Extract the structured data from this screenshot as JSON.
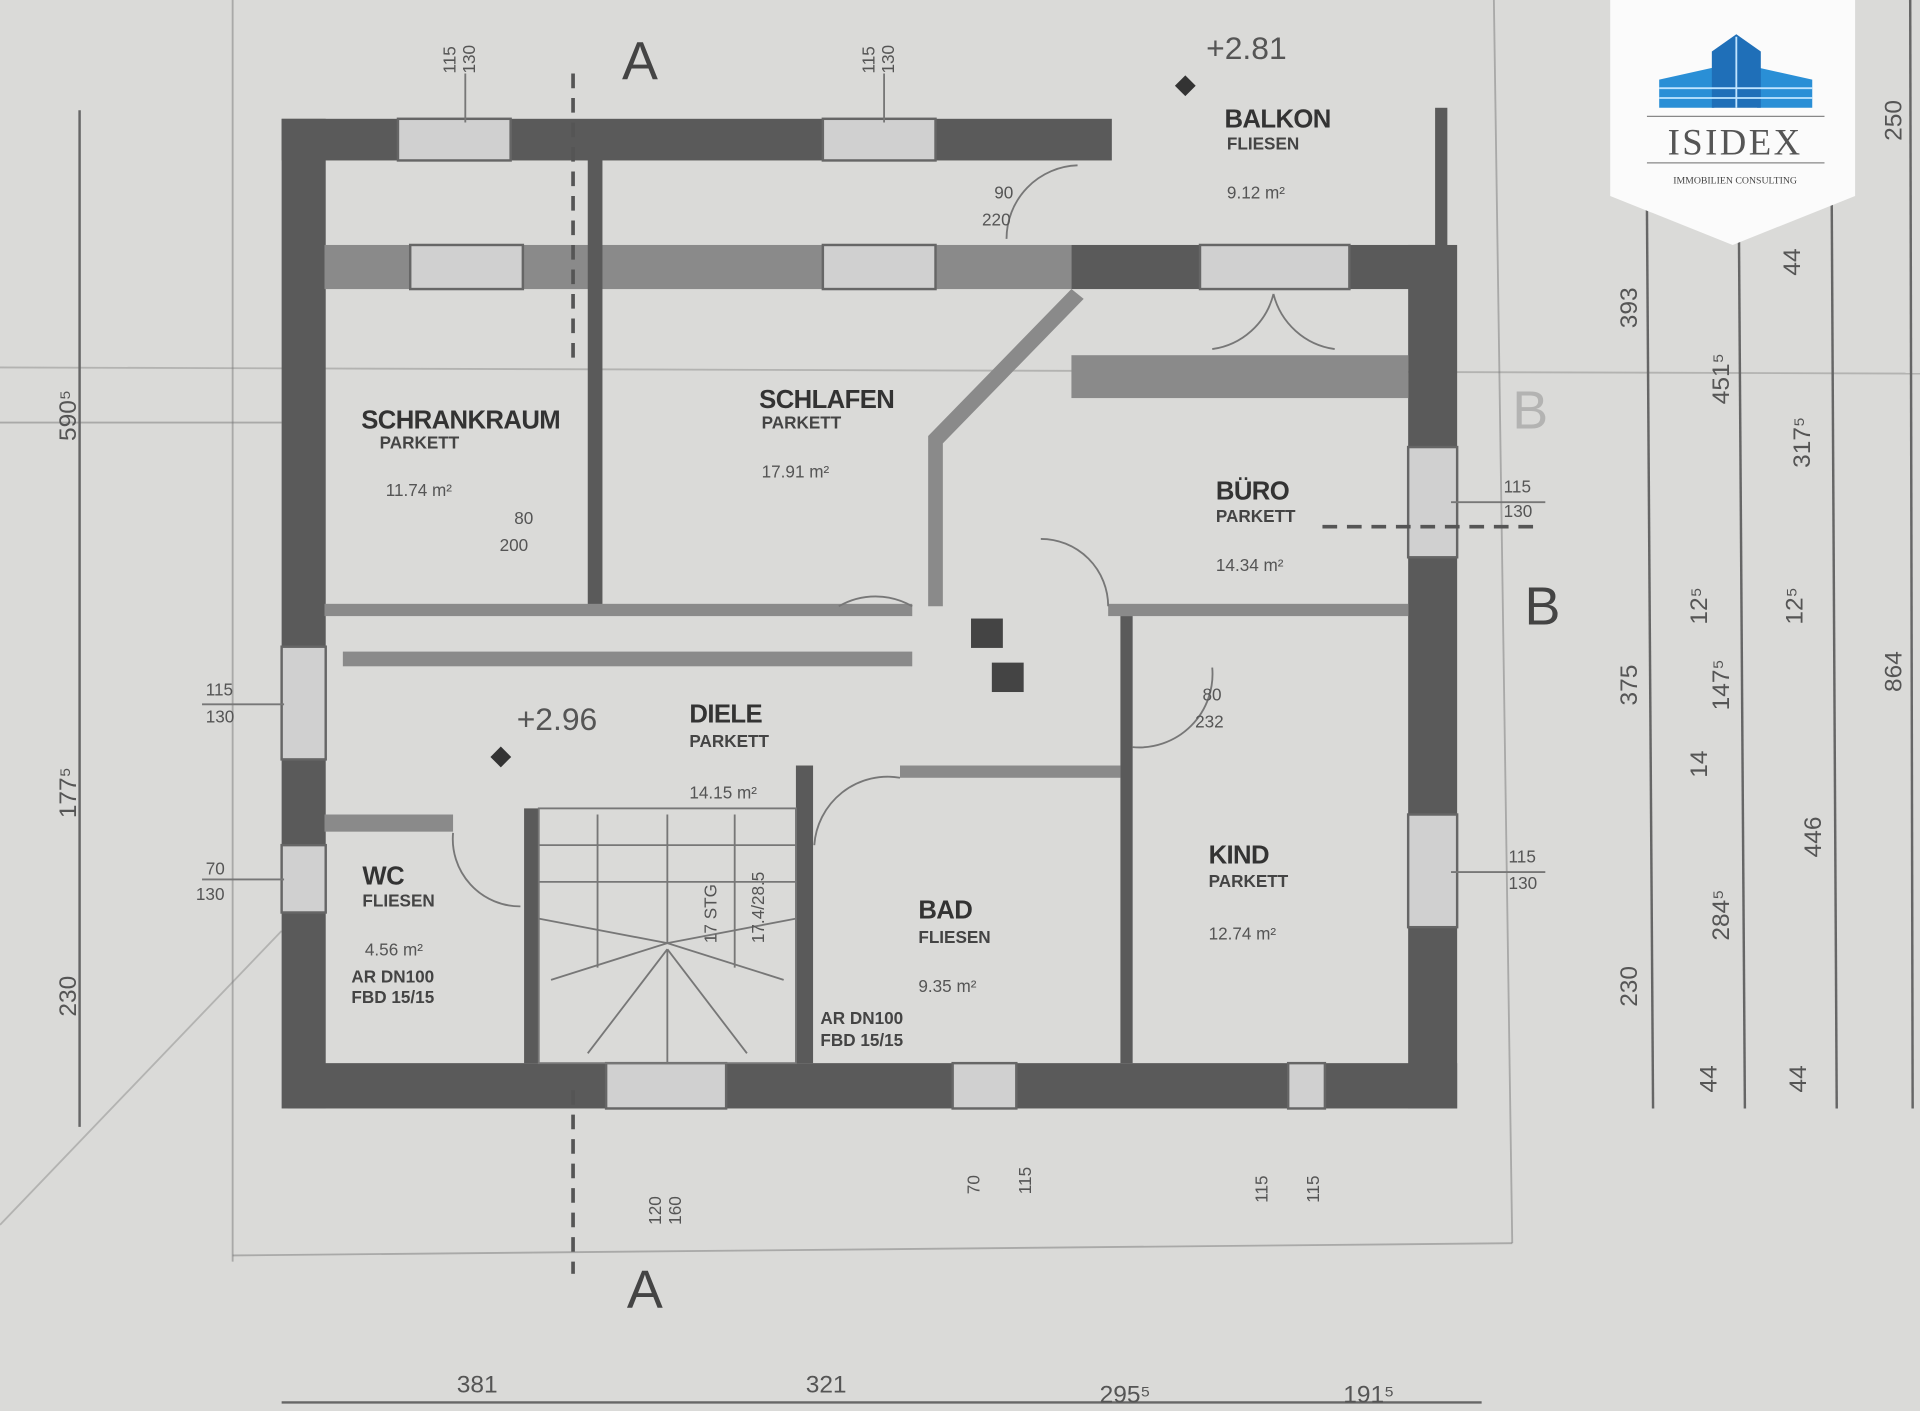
{
  "logo": {
    "name": "ISIDEX",
    "tagline": "IMMOBILIEN CONSULTING",
    "color": "#1e88d0"
  },
  "levels": {
    "balkon": "+2.81",
    "diele": "+2.96"
  },
  "sections": {
    "a_top": "A",
    "a_bottom": "A",
    "b": "B",
    "b_faint": "B"
  },
  "rooms": {
    "schrankraum": {
      "name": "SCHRANKRAUM",
      "floor": "PARKETT",
      "area": "11.74 m²"
    },
    "schlafen": {
      "name": "SCHLAFEN",
      "floor": "PARKETT",
      "area": "17.91 m²"
    },
    "balkon": {
      "name": "BALKON",
      "floor": "FLIESEN",
      "area": "9.12 m²"
    },
    "buero": {
      "name": "BÜRO",
      "floor": "PARKETT",
      "area": "14.34 m²"
    },
    "diele": {
      "name": "DIELE",
      "floor": "PARKETT",
      "area": "14.15 m²"
    },
    "wc": {
      "name": "WC",
      "floor": "FLIESEN",
      "area": "4.56 m²",
      "note1": "AR DN100",
      "note2": "FBD 15/15"
    },
    "bad": {
      "name": "BAD",
      "floor": "FLIESEN",
      "area": "9.35 m²",
      "note1": "AR DN100",
      "note2": "FBD 15/15"
    },
    "kind": {
      "name": "KIND",
      "floor": "PARKETT",
      "area": "12.74 m²"
    }
  },
  "stair": {
    "steps": "17 STG",
    "ratio": "17.4/28.5"
  },
  "openings": {
    "top_left": [
      "115",
      "130"
    ],
    "top_mid": [
      "115",
      "130"
    ],
    "balkon_door": [
      "90",
      "220"
    ],
    "schrank_door": [
      "80",
      "200"
    ],
    "left_upper": [
      "115",
      "130"
    ],
    "left_wc": [
      "70",
      "130"
    ],
    "buero_win": [
      "115",
      "130"
    ],
    "kind_win": [
      "115",
      "130"
    ],
    "kind_door": [
      "80",
      "232"
    ],
    "bottom_stair": [
      "120",
      "160"
    ],
    "bottom_bad": [
      "70",
      "115"
    ],
    "bottom_kind": [
      "115",
      "115"
    ]
  },
  "dimensions": {
    "left": [
      "590⁵",
      "177⁵",
      "230"
    ],
    "right1": [
      "393",
      "375",
      "230"
    ],
    "right2": [
      "451⁵",
      "12⁵",
      "147⁵",
      "14",
      "284⁵",
      "44"
    ],
    "right3": [
      "44",
      "317⁵",
      "12⁵",
      "446",
      "44"
    ],
    "right4": [
      "250",
      "864"
    ],
    "bottom": [
      "381",
      "321",
      "295⁵",
      "191⁵"
    ]
  }
}
